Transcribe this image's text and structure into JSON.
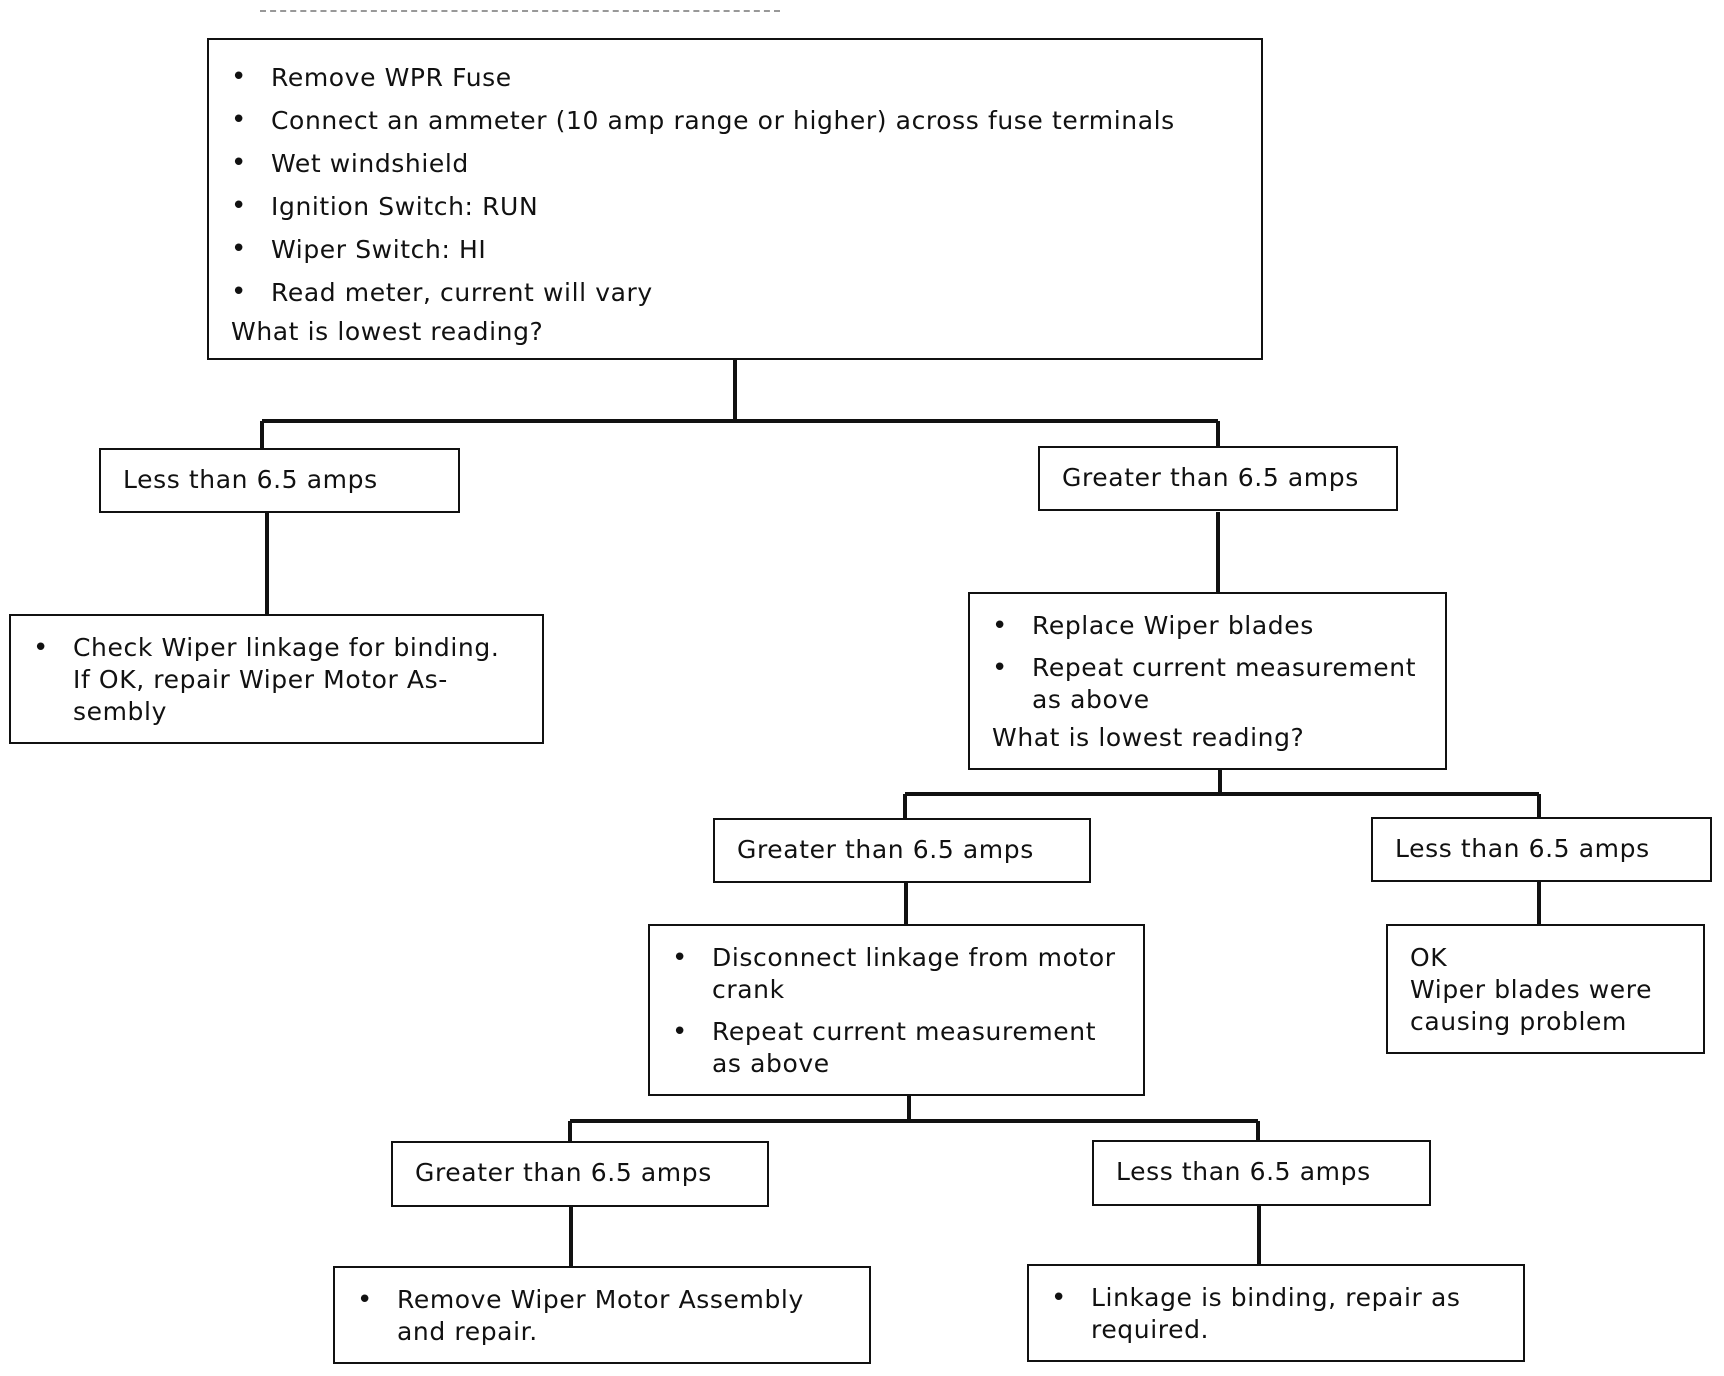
{
  "nodes": {
    "start": {
      "items": [
        "Remove WPR Fuse",
        "Connect an ammeter (10 amp range or higher) across fuse terminals",
        "Wet windshield",
        "Ignition Switch: RUN",
        "Wiper Switch: HI",
        "Read meter, current will vary"
      ],
      "question": "What is lowest reading?"
    },
    "branch1_less": {
      "label": "Less than 6.5 amps"
    },
    "branch1_greater": {
      "label": "Greater than 6.5 amps"
    },
    "check_linkage": {
      "items": [
        "Check Wiper linkage for binding. If OK, repair Wiper Motor As-sembly"
      ]
    },
    "replace_blades": {
      "items": [
        "Replace Wiper blades",
        "Repeat current measurement as above"
      ],
      "question": "What is lowest reading?"
    },
    "branch2_greater": {
      "label": "Greater than 6.5 amps"
    },
    "branch2_less": {
      "label": "Less than 6.5 amps"
    },
    "blades_ok": {
      "lines": [
        "OK",
        "Wiper blades were causing problem"
      ]
    },
    "disconnect": {
      "items": [
        "Disconnect linkage from motor crank",
        "Repeat current measurement as above"
      ]
    },
    "branch3_greater": {
      "label": "Greater than 6.5 amps"
    },
    "branch3_less": {
      "label": "Less than 6.5 amps"
    },
    "remove_motor": {
      "items": [
        "Remove Wiper Motor Assembly and repair."
      ]
    },
    "linkage_binding": {
      "items": [
        "Linkage is binding, repair as required."
      ]
    }
  }
}
